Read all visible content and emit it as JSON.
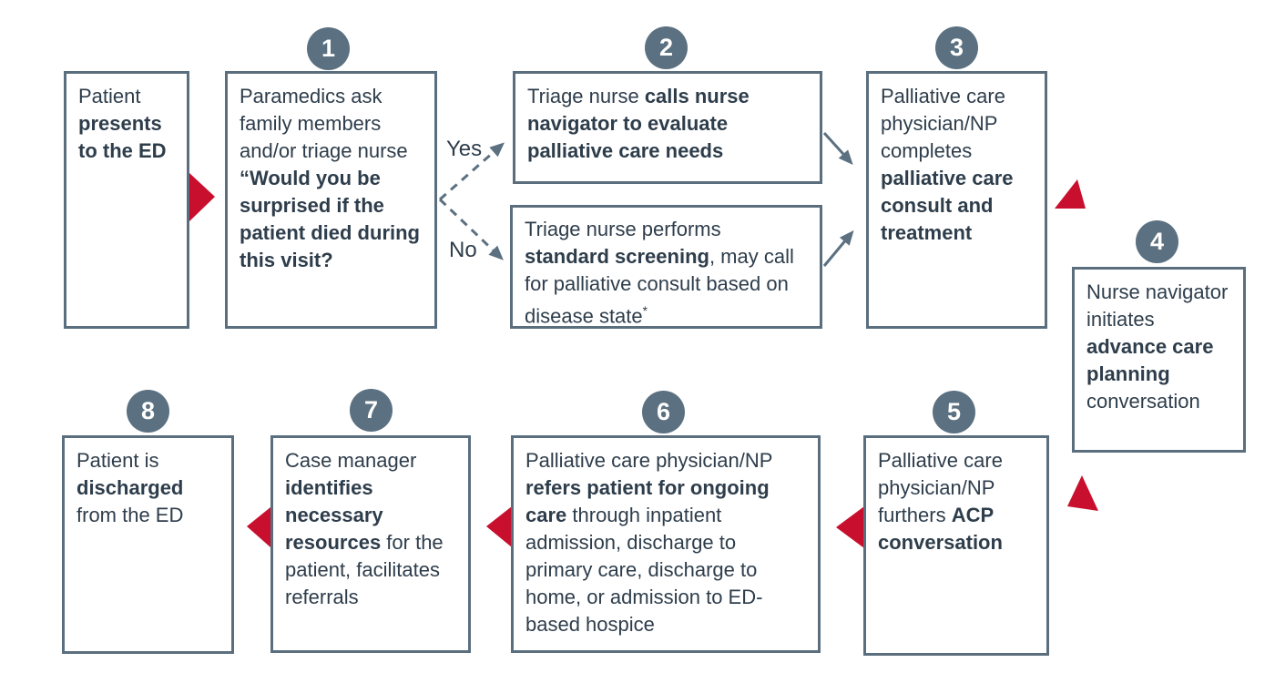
{
  "flow": {
    "colors": {
      "box_border": "#5a6e7e",
      "text": "#2e3d4b",
      "circle_fill": "#5b7080",
      "circle_number": "#ffffff",
      "red_arrow": "#c8102e",
      "gray_arrow": "#5b7080"
    },
    "decision_labels": {
      "yes": "Yes",
      "no": "No"
    },
    "steps": {
      "start": {
        "segments": [
          {
            "t": "Patient "
          },
          {
            "t": "presents to the ED",
            "b": true
          }
        ]
      },
      "s1": {
        "number": "1",
        "segments": [
          {
            "t": "Paramedics ask family members and/or triage nurse "
          },
          {
            "t": "“Would you be surprised if the patient died during this visit?",
            "b": true
          }
        ]
      },
      "s2": {
        "number": "2",
        "segments": [
          {
            "t": "Triage nurse "
          },
          {
            "t": "calls nurse navigator to evaluate palliative care needs",
            "b": true
          }
        ]
      },
      "screening": {
        "segments": [
          {
            "t": "Triage nurse performs "
          },
          {
            "t": "standard screening",
            "b": true
          },
          {
            "t": ", may call for palliative consult based on disease state"
          },
          {
            "t": "*",
            "sup": true
          }
        ]
      },
      "s3": {
        "number": "3",
        "segments": [
          {
            "t": "Palliative care physician/NP completes "
          },
          {
            "t": "palliative care consult and treatment",
            "b": true
          }
        ]
      },
      "s4": {
        "number": "4",
        "segments": [
          {
            "t": "Nurse navigator initiates "
          },
          {
            "t": "advance care planning",
            "b": true
          },
          {
            "t": " conversation"
          }
        ]
      },
      "s5": {
        "number": "5",
        "segments": [
          {
            "t": "Palliative care physician/NP furthers "
          },
          {
            "t": "ACP conversation",
            "b": true
          }
        ]
      },
      "s6": {
        "number": "6",
        "segments": [
          {
            "t": "Palliative care physician/NP "
          },
          {
            "t": "refers patient for ongoing care",
            "b": true
          },
          {
            "t": " through inpatient admission, discharge to primary care, discharge to home, or admission to ED-based hospice"
          }
        ]
      },
      "s7": {
        "number": "7",
        "segments": [
          {
            "t": "Case manager "
          },
          {
            "t": "identifies necessary resources",
            "b": true
          },
          {
            "t": " for the patient, facilitates referrals"
          }
        ]
      },
      "s8": {
        "number": "8",
        "segments": [
          {
            "t": "Patient is "
          },
          {
            "t": "discharged",
            "b": true
          },
          {
            "t": " from the ED"
          }
        ]
      }
    },
    "connectors": {
      "red_arrows": [
        {
          "name": "red-arrow-start-to-1",
          "direction": "right"
        },
        {
          "name": "red-arrow-3-to-4",
          "direction": "up-tilted"
        },
        {
          "name": "red-arrow-4-to-5",
          "direction": "up-tilted"
        },
        {
          "name": "red-arrow-6-to-5",
          "direction": "left"
        },
        {
          "name": "red-arrow-7-to-6",
          "direction": "left"
        },
        {
          "name": "red-arrow-8-to-7",
          "direction": "left"
        }
      ],
      "gray_arrows": [
        {
          "name": "dashed-arrow-yes",
          "style": "dashed"
        },
        {
          "name": "dashed-arrow-no",
          "style": "dashed"
        },
        {
          "name": "arrow-2-to-3",
          "style": "solid"
        },
        {
          "name": "arrow-screening-to-3",
          "style": "solid"
        }
      ]
    }
  }
}
